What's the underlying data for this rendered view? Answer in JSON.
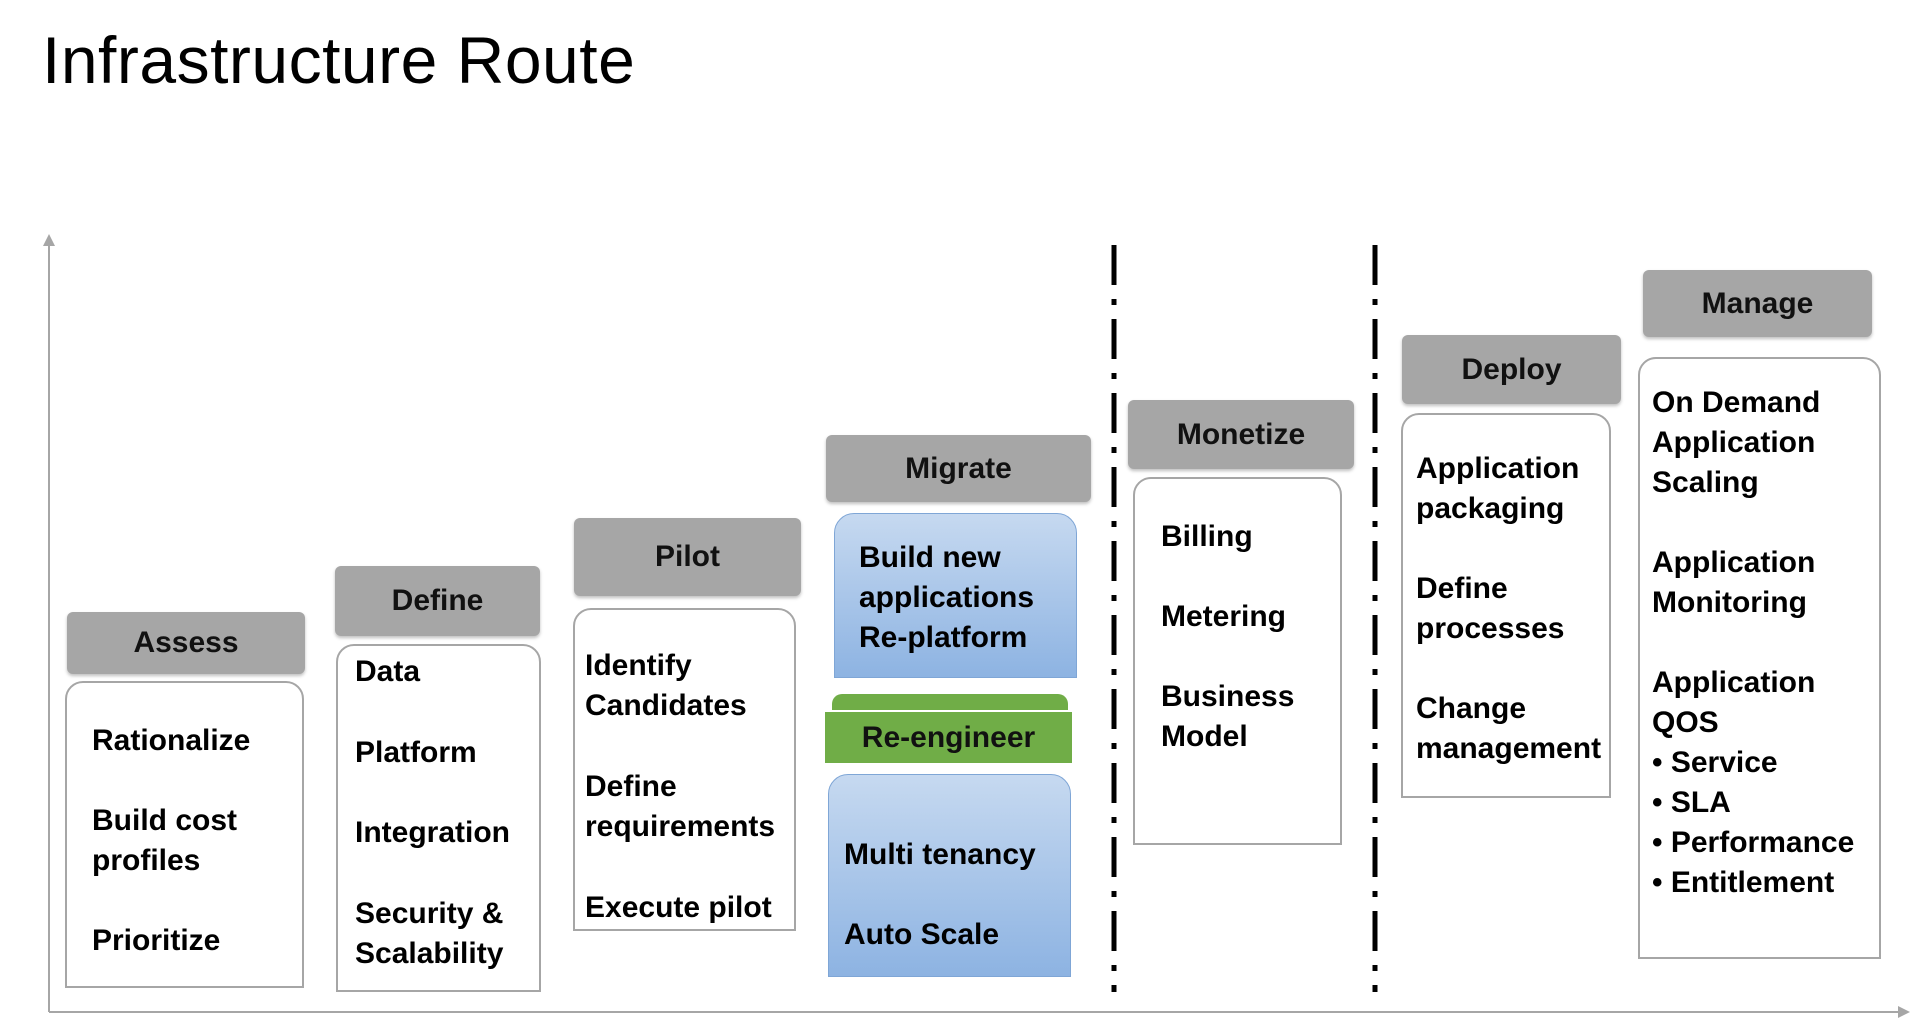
{
  "title": "Infrastructure Route",
  "stages": {
    "assess": {
      "header": "Assess",
      "items": [
        "Rationalize",
        "Build cost\nprofiles",
        "Prioritize"
      ]
    },
    "define": {
      "header": "Define",
      "items": [
        "Data",
        "Platform",
        "Integration",
        "Security &\nScalability"
      ]
    },
    "pilot": {
      "header": "Pilot",
      "items": [
        "Identify\nCandidates",
        "Define\nrequirements",
        "Execute pilot"
      ]
    },
    "migrate": {
      "header": "Migrate",
      "replatform_items": [
        "Build new\napplications\nRe-platform"
      ],
      "reengineer_label": "Re-engineer",
      "reengineer_items": [
        "Multi tenancy",
        "Auto Scale"
      ]
    },
    "monetize": {
      "header": "Monetize",
      "items": [
        "Billing",
        "Metering",
        "Business\nModel"
      ]
    },
    "deploy": {
      "header": "Deploy",
      "items": [
        "Application\npackaging",
        "Define\nprocesses",
        "Change\nmanagement"
      ]
    },
    "manage": {
      "header": "Manage",
      "items": [
        "On Demand\nApplication\nScaling",
        "Application\nMonitoring",
        "Application\nQOS"
      ],
      "qos_bullets": [
        "Service",
        "SLA",
        "Performance",
        "Entitlement"
      ]
    }
  },
  "colors": {
    "header_gray": "#a6a6a6",
    "box_border": "#a6a6a6",
    "replatform_blue": "#8db3e2",
    "reengineer_green": "#70ad47"
  }
}
